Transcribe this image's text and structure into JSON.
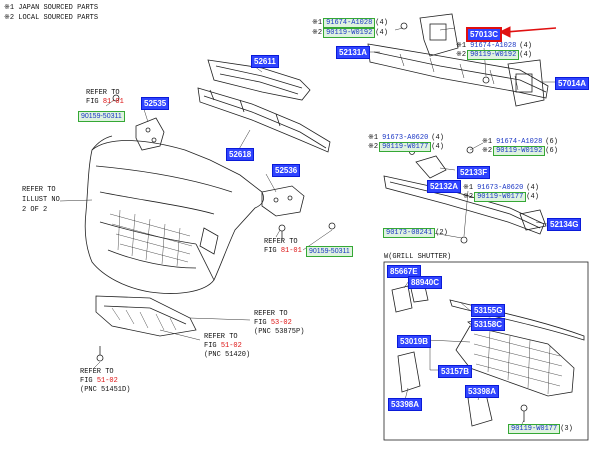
{
  "legend": {
    "line1": "※1  JAPAN SOURCED PARTS",
    "line2": "※2  LOCAL SOURCED PARTS"
  },
  "refer_illust": [
    "REFER TO",
    "ILLUST NO",
    "2 OF 2"
  ],
  "parts": {
    "p57013C": "57013C",
    "p57014A": "57014A",
    "p52131A": "52131A",
    "p52611": "52611",
    "p52618": "52618",
    "p52535": "52535",
    "p52536": "52536",
    "p52133F": "52133F",
    "p52132A": "52132A",
    "p52134G": "52134G",
    "p85667E": "85667E",
    "p88940C": "88940C",
    "p53155G": "53155G",
    "p53158C": "53158C",
    "p53019B": "53019B",
    "p53157B": "53157B",
    "p53398A_left": "53398A",
    "p53398A_right": "53398A"
  },
  "fasteners": {
    "top1": {
      "mark": "※1",
      "code": "91674-A1028",
      "qty": "(4)"
    },
    "top2": {
      "mark": "※2",
      "code": "90119-W0192",
      "qty": "(4)"
    },
    "mid1": {
      "mark": "※1",
      "code": "91674-A1028",
      "qty": "(4)"
    },
    "mid2": {
      "mark": "※2",
      "code": "90119-W0192",
      "qty": "(4)"
    },
    "left_bracket": {
      "code": "90159-50311"
    },
    "l1": {
      "mark": "※1",
      "code": "91673-A0620",
      "qty": "(4)"
    },
    "l2": {
      "mark": "※2",
      "code": "90119-W0177",
      "qty": "(4)"
    },
    "r1": {
      "mark": "※1",
      "code": "91674-A1028",
      "qty": "(6)"
    },
    "r2": {
      "mark": "※2",
      "code": "90119-W0192",
      "qty": "(6)"
    },
    "c1": {
      "mark": "※1",
      "code": "91673-A0620",
      "qty": "(4)"
    },
    "c2": {
      "mark": "※2",
      "code": "90119-W0177",
      "qty": "(4)"
    },
    "bottom_left": {
      "code": "90173-08241",
      "qty": "(2)"
    },
    "center_screw": {
      "code": "90159-50311"
    },
    "grill_screw": {
      "code": "90119-W0177",
      "qty": "(3)"
    }
  },
  "refs": {
    "fig81_top": {
      "line1": "REFER TO",
      "fig": "FIG",
      "num": "81-01"
    },
    "fig81_mid": {
      "line1": "REFER TO",
      "fig": "FIG",
      "num": "81-01"
    },
    "fig53": {
      "line1": "REFER TO",
      "fig": "FIG",
      "num": "53-02",
      "pnc": "(PNC 53875P)"
    },
    "fig51_a": {
      "line1": "REFER TO",
      "fig": "FIG",
      "num": "51-02",
      "pnc": "(PNC 51420)"
    },
    "fig51_b": {
      "line1": "REFER TO",
      "fig": "FIG",
      "num": "51-02",
      "pnc": "(PNC 51451D)"
    }
  },
  "grill_shutter_label": "W(GRILL SHUTTER)",
  "colors": {
    "part_box": "#2f44ff",
    "selected_border": "#e01010",
    "arrow": "#e01010",
    "fastener_box": "#dff3df",
    "fastener_border": "#35a835"
  }
}
